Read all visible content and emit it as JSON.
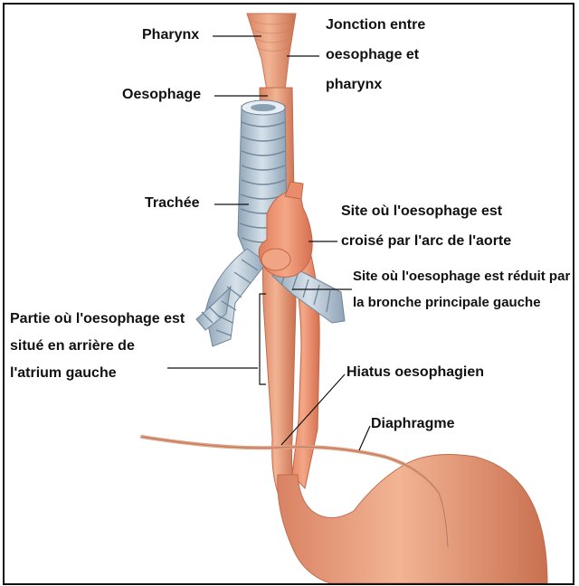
{
  "labels": {
    "pharynx": "Pharynx",
    "oesophage": "Oesophage",
    "trachee": "Trachée",
    "jonction": [
      "Jonction entre",
      "oesophage et",
      "pharynx"
    ],
    "arc_aorte": [
      "Site où l'oesophage est",
      "croisé par l'arc de l'aorte"
    ],
    "bronche": [
      "Site où l'oesophage est réduit par",
      "la bronche principale gauche"
    ],
    "atrium": [
      "Partie où l'oesophage est",
      "situé en arrière de",
      "l'atrium gauche"
    ],
    "hiatus": "Hiatus oesophagien",
    "diaphragme": "Diaphragme"
  },
  "colors": {
    "esophagus": "#e9a07e",
    "esophagus_dark": "#c97555",
    "trachea": "#aebfcf",
    "trachea_dark": "#6f8699",
    "aorta": "#e68a6a",
    "diaphragm": "#e0a184",
    "leader": "#111111"
  }
}
